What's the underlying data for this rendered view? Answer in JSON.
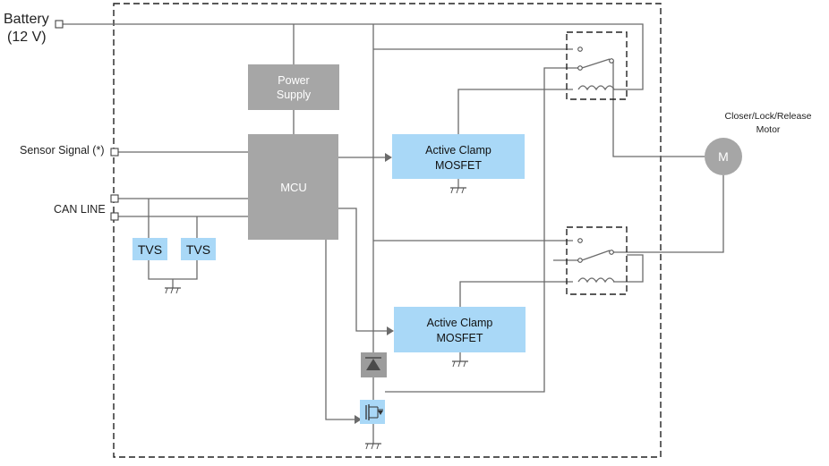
{
  "inputs": {
    "battery": "Battery",
    "battery_voltage": "(12 V)",
    "sensor": "Sensor Signal (*)",
    "can": "CAN LINE"
  },
  "blocks": {
    "power_supply_line1": "Power",
    "power_supply_line2": "Supply",
    "mcu": "MCU",
    "tvs": "TVS",
    "mosfet_line1": "Active Clamp",
    "mosfet_line2": "MOSFET"
  },
  "motor": {
    "symbol": "M",
    "label_line1": "Closer/Lock/Release",
    "label_line2": "Motor"
  },
  "colors": {
    "gray_block": "#a6a6a6",
    "blue_block": "#a9d8f7",
    "wire": "#6b6b6b"
  }
}
